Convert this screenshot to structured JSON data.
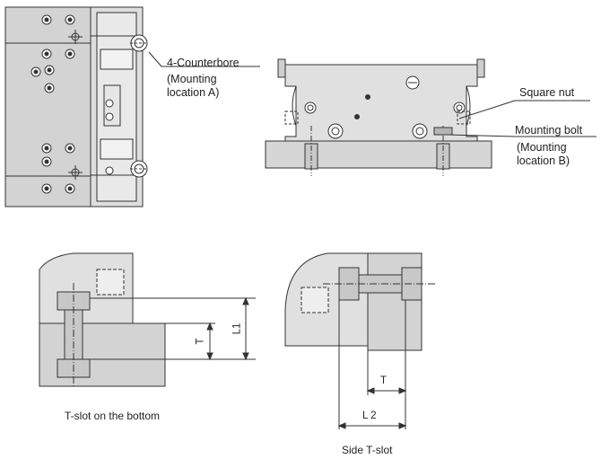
{
  "labels": {
    "counterbore": "4-Counterbore",
    "mount_a_line1": "(Mounting",
    "mount_a_line2": "location A)",
    "square_nut": "Square nut",
    "mounting_bolt": "Mounting bolt",
    "mount_b_line1": "(Mounting",
    "mount_b_line2": "location B)",
    "caption_bottom": "T-slot on the bottom",
    "caption_side": "Side T-slot"
  },
  "dimensions": {
    "t_bottom": "T",
    "l1": "L1",
    "t_side": "T",
    "l2": "L 2"
  },
  "colors": {
    "body_fill": "#d9d9d9",
    "body_dark": "#bdbdbd",
    "bolt_fill": "#c8c8c8",
    "line": "#333333"
  }
}
